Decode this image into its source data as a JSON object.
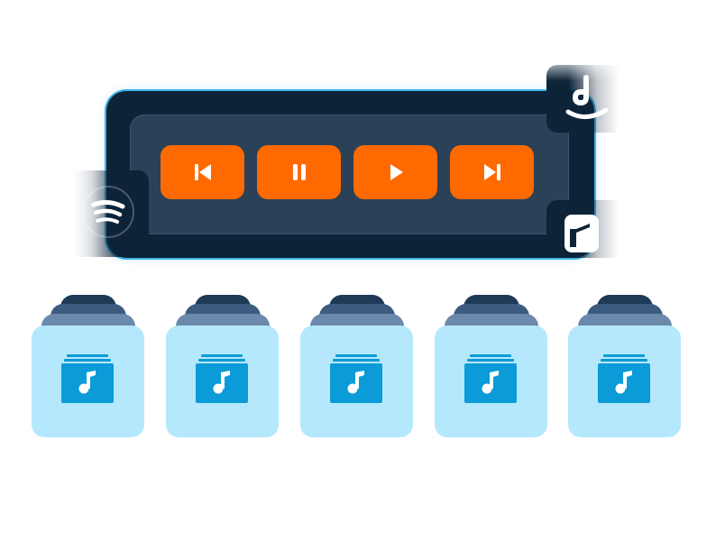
{
  "colors": {
    "panel_outer": "#0d2338",
    "panel_inner": "#2b4157",
    "panel_border": "#3fb4e6",
    "button": "#ff6a00",
    "card_face": "#b5e8fc",
    "album_icon": "#0a9bd8",
    "stack_dark": "#1f3a57",
    "stack_mid": "#3d5b7e",
    "stack_light": "#6a89ab"
  },
  "player": {
    "controls": [
      {
        "name": "previous",
        "icon": "skip-previous-icon"
      },
      {
        "name": "pause",
        "icon": "pause-icon"
      },
      {
        "name": "play",
        "icon": "play-icon"
      },
      {
        "name": "next",
        "icon": "skip-next-icon"
      }
    ]
  },
  "services": [
    {
      "name": "spotify",
      "icon": "spotify-icon"
    },
    {
      "name": "amazon-music",
      "icon": "amazon-music-icon"
    },
    {
      "name": "apple-music",
      "icon": "music-note-icon"
    }
  ],
  "playlists": [
    {
      "icon": "album-stack-icon"
    },
    {
      "icon": "album-stack-icon"
    },
    {
      "icon": "album-stack-icon"
    },
    {
      "icon": "album-stack-icon"
    },
    {
      "icon": "album-stack-icon"
    }
  ]
}
